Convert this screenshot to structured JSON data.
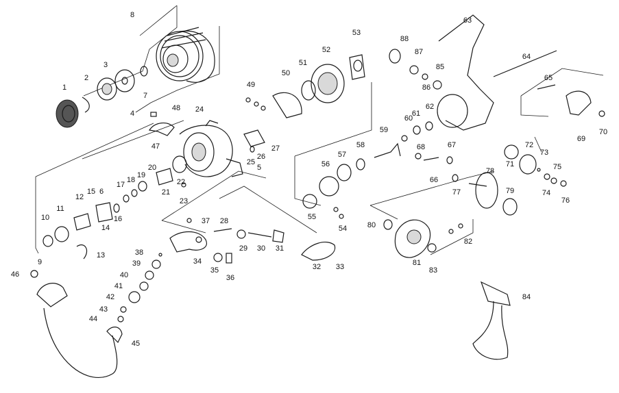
{
  "diagram": {
    "kind": "exploded-parts-diagram",
    "subject": "spinning reel",
    "part_numbers": [
      "1",
      "2",
      "3",
      "4",
      "5",
      "6",
      "7",
      "8",
      "9",
      "10",
      "11",
      "12",
      "13",
      "14",
      "15",
      "16",
      "17",
      "18",
      "19",
      "20",
      "21",
      "22",
      "23",
      "24",
      "25",
      "26",
      "27",
      "28",
      "29",
      "30",
      "31",
      "32",
      "33",
      "34",
      "35",
      "36",
      "37",
      "38",
      "39",
      "40",
      "41",
      "42",
      "43",
      "44",
      "45",
      "46",
      "47",
      "48",
      "49",
      "50",
      "51",
      "52",
      "53",
      "54",
      "55",
      "56",
      "57",
      "58",
      "59",
      "60",
      "61",
      "62",
      "63",
      "64",
      "65",
      "66",
      "67",
      "68",
      "69",
      "70",
      "71",
      "72",
      "73",
      "74",
      "75",
      "76",
      "77",
      "78",
      "79",
      "80",
      "81",
      "82",
      "83",
      "84",
      "85",
      "86",
      "87",
      "88"
    ]
  }
}
